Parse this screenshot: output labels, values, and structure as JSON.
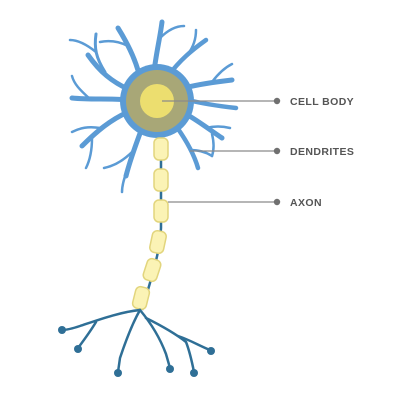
{
  "labels": {
    "cell_body": "CELL BODY",
    "dendrites": "DENDRITES",
    "axon": "AXON"
  },
  "colors": {
    "dendrite_blue": "#5b9bd5",
    "axon_terminal_blue": "#2f6f96",
    "soma_ring": "#a8a777",
    "nucleus": "#ecde6f",
    "myelin_fill": "#fbf3b5",
    "myelin_stroke": "#e2d57d",
    "axon_line": "#2f6f96",
    "leader_line": "#8a8a8a",
    "label_text": "#555555"
  }
}
